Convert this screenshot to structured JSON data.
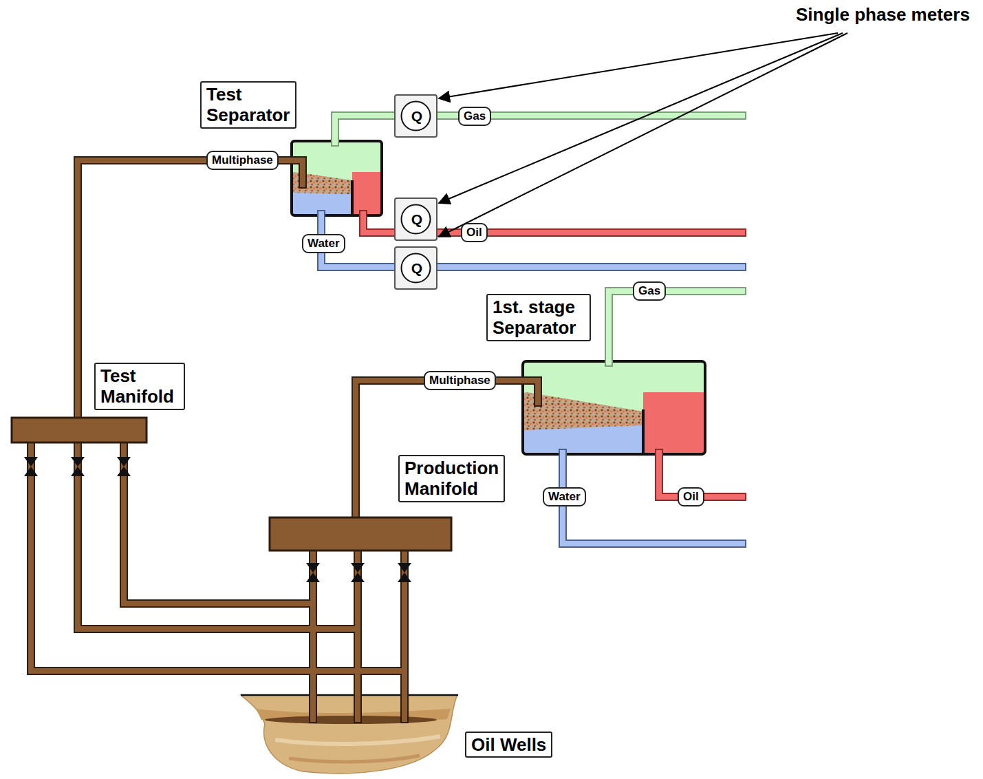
{
  "diagram": {
    "nodes": [
      {
        "text": [
          "Test Separator"
        ]
      },
      {
        "text": [
          "Gas"
        ]
      },
      {
        "text": [
          "Q"
        ]
      },
      {
        "text": [
          "Multiphase"
        ]
      },
      {
        "text": [
          "Q"
        ]
      },
      {
        "text": [
          "Oil"
        ]
      },
      {
        "text": [
          "Water"
        ]
      },
      {
        "text": [
          "Q"
        ]
      },
      {
        "text": [
          "Gas"
        ]
      },
      {
        "text": [
          "1st. stage Separator"
        ]
      },
      {
        "text": [
          "Test Manifold"
        ]
      },
      {
        "text": [
          "Multiphase"
        ]
      },
      {
        "text": [
          "Production Manifold"
        ]
      },
      {
        "text": [
          "Water"
        ]
      },
      {
        "text": [
          "Oil"
        ]
      },
      {
        "text": [
          "Oil Wells"
        ]
      }
    ],
    "labels": [
      "Single phase meters"
    ]
  }
}
